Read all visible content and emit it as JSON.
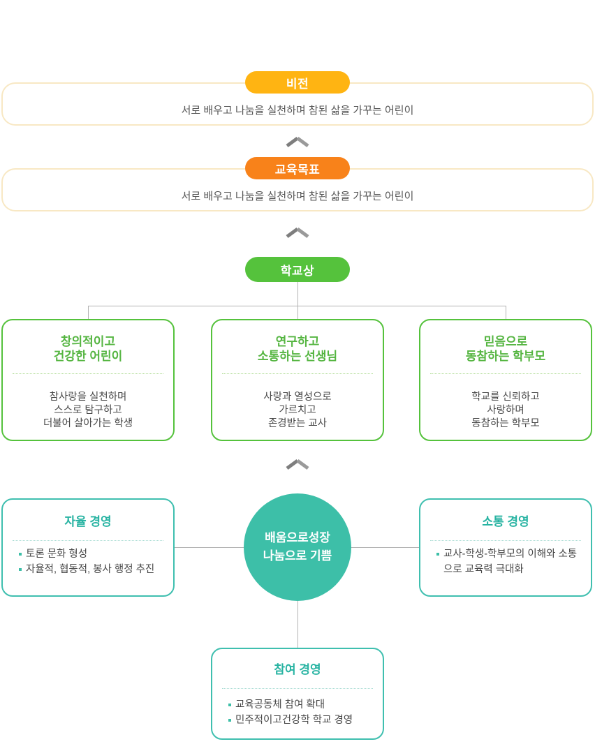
{
  "vision": {
    "badge": "비전",
    "text": "서로 배우고 나눔을 실천하며 참된 삶을 가꾸는 어린이"
  },
  "goal": {
    "badge": "교육목표",
    "text": "서로 배우고 나눔을 실천하며 참된 삶을 가꾸는 어린이"
  },
  "school": {
    "badge": "학교상",
    "boxes": [
      {
        "title": "창의적이고\n건강한 어린이",
        "body": "참사랑을 실천하며\n스스로 탐구하고\n더불어 살아가는 학생"
      },
      {
        "title": "연구하고\n소통하는 선생님",
        "body": "사랑과 열성으로\n가르치고\n존경받는 교사"
      },
      {
        "title": "믿음으로\n동참하는 학부모",
        "body": "학교를 신뢰하고\n사랑하며\n동참하는 학부모"
      }
    ]
  },
  "management": {
    "circle": "배움으로성장\n나눔으로 기쁨",
    "left": {
      "title": "자율 경영",
      "items": [
        "토론 문화 형성",
        "자율적, 협동적, 봉사 행정 추진"
      ]
    },
    "right": {
      "title": "소통 경영",
      "items": [
        "교사-학생-학부모의 이해와 소통\n으로 교육력 극대화"
      ]
    },
    "bottom": {
      "title": "참여 경영",
      "items": [
        "교육공동체 참여 확대",
        "민주적이고건강학 학교 경영"
      ]
    }
  },
  "colors": {
    "vision_badge": "#ffb412",
    "goal_badge": "#f8821a",
    "school_badge": "#55c23c",
    "banner_border": "#f8e8c4",
    "green_border": "#55c23c",
    "teal": "#3dbfa8",
    "teal_border": "#3fbfaf",
    "connector_gray": "#b2b2b2"
  }
}
